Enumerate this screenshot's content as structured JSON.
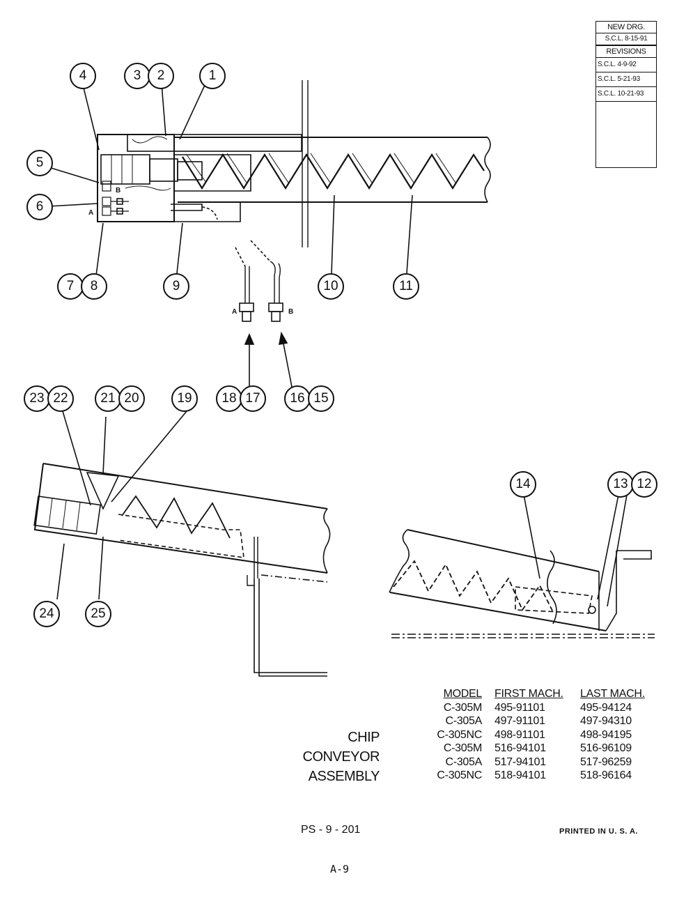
{
  "revision_block": {
    "new_drawing": "NEW DRG.",
    "new_drawing_date": "S.C.L. 8-15-91",
    "revisions_header": "REVISIONS",
    "revisions": [
      "S.C.L. 4-9-92",
      "S.C.L. 5-21-93",
      "S.C.L. 10-21-93"
    ]
  },
  "callouts": {
    "top": [
      "4",
      "3",
      "2",
      "1",
      "5",
      "6",
      "7",
      "8",
      "9",
      "10",
      "11"
    ],
    "fittings": [
      "18",
      "17",
      "16",
      "15"
    ],
    "lower_left": [
      "23",
      "22",
      "21",
      "20",
      "19",
      "24",
      "25"
    ],
    "lower_right": [
      "14",
      "13",
      "12"
    ]
  },
  "port_labels": {
    "a": "A",
    "b": "B"
  },
  "title": [
    "CHIP",
    "CONVEYOR",
    "ASSEMBLY"
  ],
  "model_table": {
    "headers": [
      "MODEL",
      "FIRST MACH.",
      "LAST MACH."
    ],
    "rows": [
      [
        "C-305M",
        "495-91101",
        "495-94124"
      ],
      [
        "C-305A",
        "497-91101",
        "497-94310"
      ],
      [
        "C-305NC",
        "498-91101",
        "498-94195"
      ],
      [
        "C-305M",
        "516-94101",
        "516-96109"
      ],
      [
        "C-305A",
        "517-94101",
        "517-96259"
      ],
      [
        "C-305NC",
        "518-94101",
        "518-96164"
      ]
    ]
  },
  "drawing_number": "PS - 9 - 201",
  "printed": "PRINTED IN U. S. A.",
  "page_number": "A-9"
}
